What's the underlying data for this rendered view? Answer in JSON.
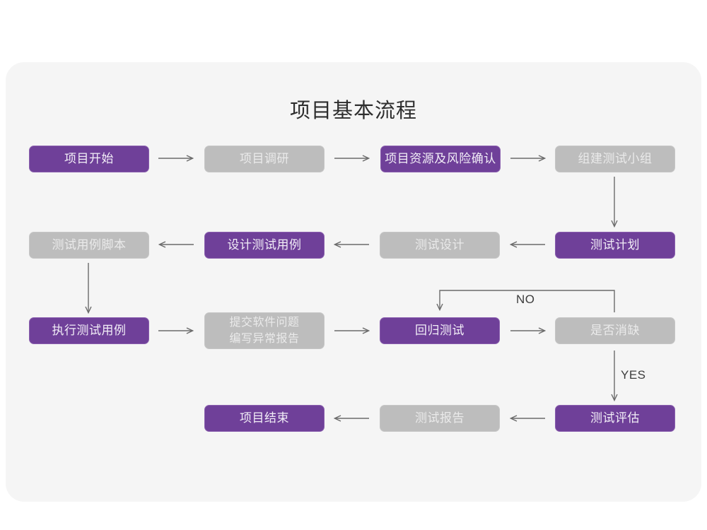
{
  "page": {
    "title": "项目基本流程",
    "background_color": "#ffffff",
    "card_color": "#f5f5f5"
  },
  "palette": {
    "purple_fill": "#6f4099",
    "purple_border": "#8a5fae",
    "purple_text": "#f2eef7",
    "gray_fill": "#bdbdbd",
    "gray_border": "#c6c6c6",
    "gray_text": "#eaeaea",
    "line_color": "#6b6b6b",
    "title_color": "#2e2e2e"
  },
  "chart_data": {
    "type": "diagram",
    "title": "项目基本流程",
    "nodes": [
      {
        "id": "n1",
        "label": "项目开始",
        "style": "purple",
        "row": 1,
        "col": 1
      },
      {
        "id": "n2",
        "label": "项目调研",
        "style": "gray",
        "row": 1,
        "col": 2
      },
      {
        "id": "n3",
        "label": "项目资源及风险确认",
        "style": "purple",
        "row": 1,
        "col": 3
      },
      {
        "id": "n4",
        "label": "组建测试小组",
        "style": "gray",
        "row": 1,
        "col": 4
      },
      {
        "id": "n5",
        "label": "测试计划",
        "style": "purple",
        "row": 2,
        "col": 4
      },
      {
        "id": "n6",
        "label": "测试设计",
        "style": "gray",
        "row": 2,
        "col": 3
      },
      {
        "id": "n7",
        "label": "设计测试用例",
        "style": "purple",
        "row": 2,
        "col": 2
      },
      {
        "id": "n8",
        "label": "测试用例脚本",
        "style": "gray",
        "row": 2,
        "col": 1
      },
      {
        "id": "n9",
        "label": "执行测试用例",
        "style": "purple",
        "row": 3,
        "col": 1
      },
      {
        "id": "n10",
        "label": "提交软件问题\n编写异常报告",
        "style": "gray",
        "row": 3,
        "col": 2
      },
      {
        "id": "n11",
        "label": "回归测试",
        "style": "purple",
        "row": 3,
        "col": 3
      },
      {
        "id": "n12",
        "label": "是否消缺",
        "style": "gray",
        "row": 3,
        "col": 4
      },
      {
        "id": "n13",
        "label": "测试评估",
        "style": "purple",
        "row": 4,
        "col": 4
      },
      {
        "id": "n14",
        "label": "测试报告",
        "style": "gray",
        "row": 4,
        "col": 3
      },
      {
        "id": "n15",
        "label": "项目结束",
        "style": "purple",
        "row": 4,
        "col": 2
      }
    ],
    "edges": [
      {
        "from": "n1",
        "to": "n2",
        "label": "",
        "direction": "right"
      },
      {
        "from": "n2",
        "to": "n3",
        "label": "",
        "direction": "right"
      },
      {
        "from": "n3",
        "to": "n4",
        "label": "",
        "direction": "right"
      },
      {
        "from": "n4",
        "to": "n5",
        "label": "",
        "direction": "down"
      },
      {
        "from": "n5",
        "to": "n6",
        "label": "",
        "direction": "left"
      },
      {
        "from": "n6",
        "to": "n7",
        "label": "",
        "direction": "left"
      },
      {
        "from": "n7",
        "to": "n8",
        "label": "",
        "direction": "left"
      },
      {
        "from": "n8",
        "to": "n9",
        "label": "",
        "direction": "down"
      },
      {
        "from": "n9",
        "to": "n10",
        "label": "",
        "direction": "right"
      },
      {
        "from": "n10",
        "to": "n11",
        "label": "",
        "direction": "right"
      },
      {
        "from": "n11",
        "to": "n12",
        "label": "",
        "direction": "right"
      },
      {
        "from": "n12",
        "to": "n11",
        "label": "NO",
        "direction": "loop-up-left"
      },
      {
        "from": "n12",
        "to": "n13",
        "label": "YES",
        "direction": "down"
      },
      {
        "from": "n13",
        "to": "n14",
        "label": "",
        "direction": "left"
      },
      {
        "from": "n14",
        "to": "n15",
        "label": "",
        "direction": "left"
      }
    ],
    "labels": {
      "no": "NO",
      "yes": "YES"
    }
  }
}
